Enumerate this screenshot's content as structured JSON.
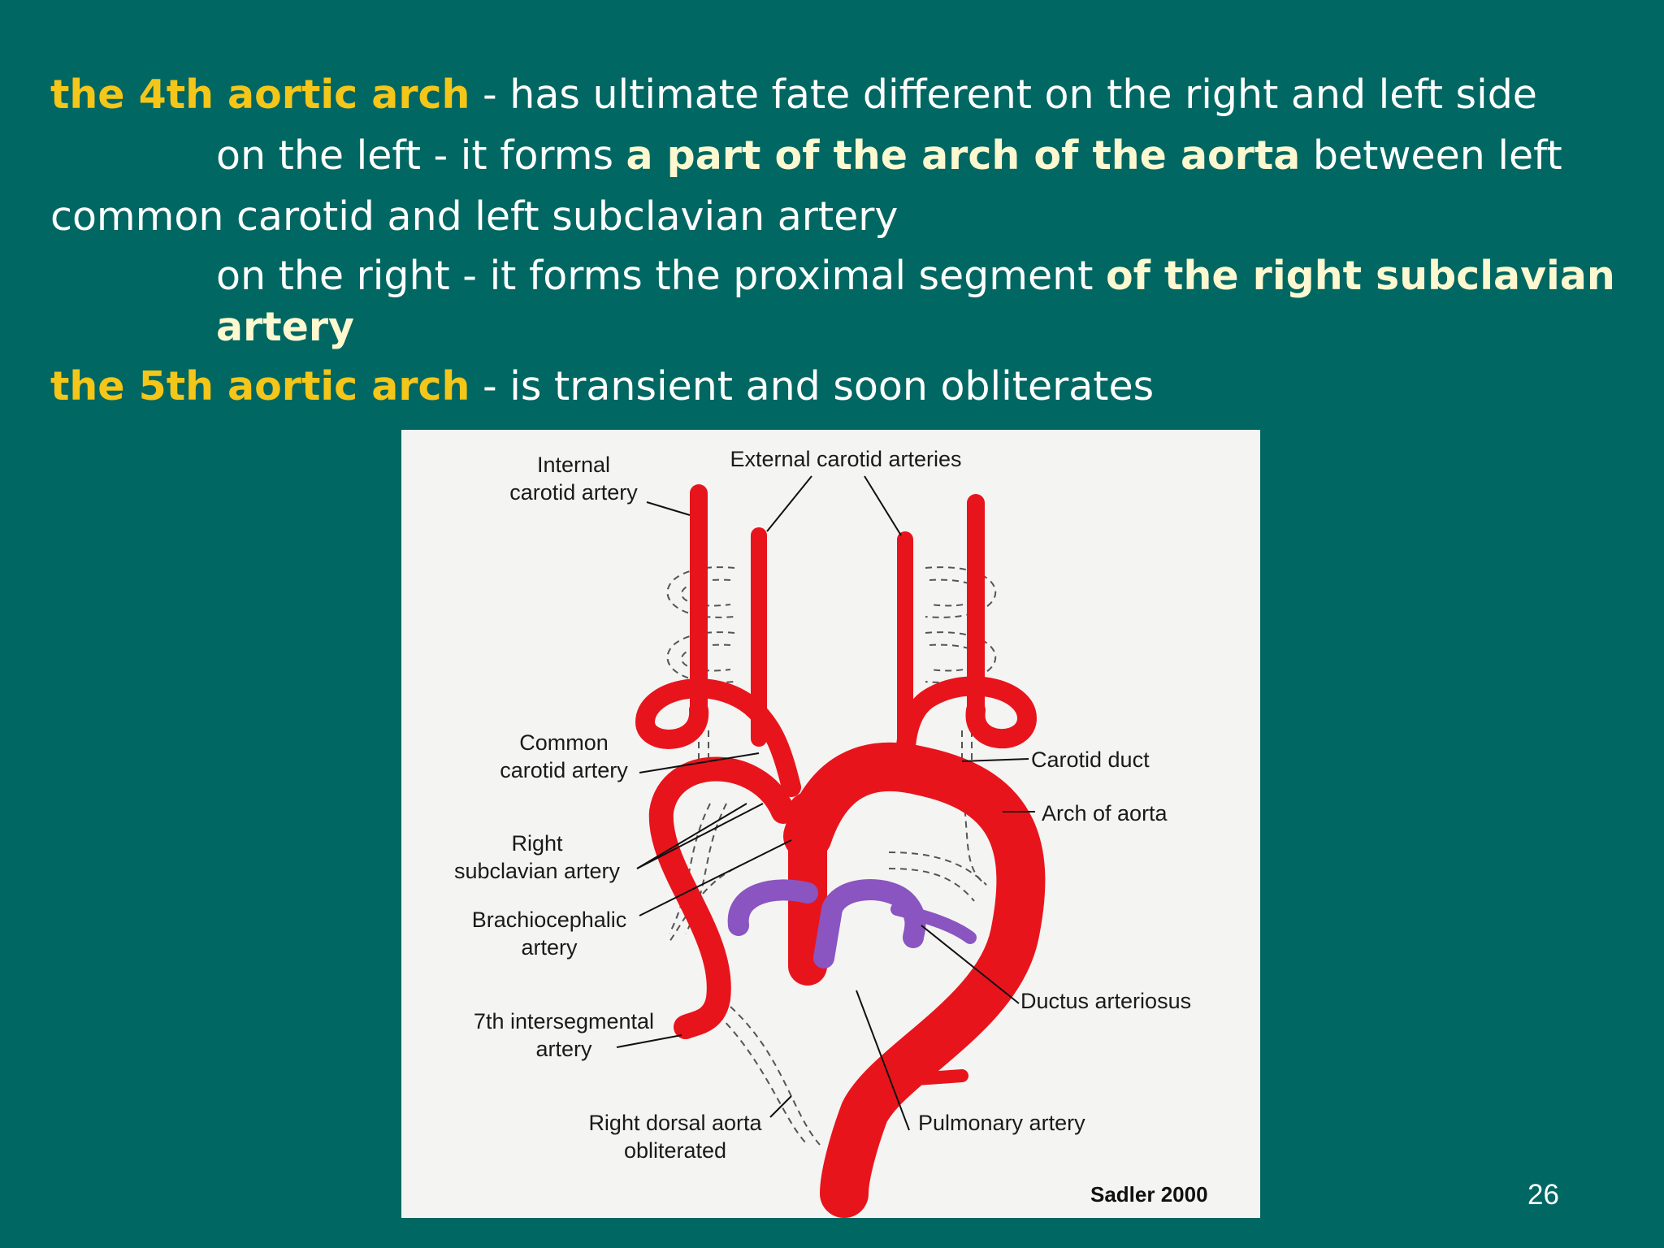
{
  "slide": {
    "line1": {
      "highlight": "the 4th aortic arch",
      "text": " - has ultimate fate different on the right and left side"
    },
    "line2": {
      "pre": "on the left - it forms ",
      "bold": "a part of the arch of the aorta",
      "post": " between left"
    },
    "line3": {
      "text": "common carotid and left subclavian artery"
    },
    "line4": {
      "pre": "on the right - it forms the proximal segment ",
      "bold": "of the right subclavian"
    },
    "line5": {
      "bold": "artery"
    },
    "line6": {
      "highlight": "the 5th aortic arch",
      "text": " - is transient and soon obliterates"
    },
    "page_number": "26"
  },
  "figure": {
    "labels": {
      "internal_carotid_1": "Internal",
      "internal_carotid_2": "carotid artery",
      "external_carotid": "External carotid arteries",
      "common_carotid_1": "Common",
      "common_carotid_2": "carotid artery",
      "right_subclavian_1": "Right",
      "right_subclavian_2": "subclavian artery",
      "brachiocephalic_1": "Brachiocephalic",
      "brachiocephalic_2": "artery",
      "intersegmental_1": "7th intersegmental",
      "intersegmental_2": "artery",
      "right_dorsal_1": "Right dorsal aorta",
      "right_dorsal_2": "obliterated",
      "carotid_duct": "Carotid duct",
      "arch_of_aorta": "Arch of aorta",
      "ductus_arteriosus": "Ductus arteriosus",
      "pulmonary_artery": "Pulmonary artery",
      "credit": "Sadler 2000"
    },
    "colors": {
      "artery": "#e8141c",
      "pulmonary": "#8a55c0",
      "background": "#f4f4f2"
    }
  }
}
